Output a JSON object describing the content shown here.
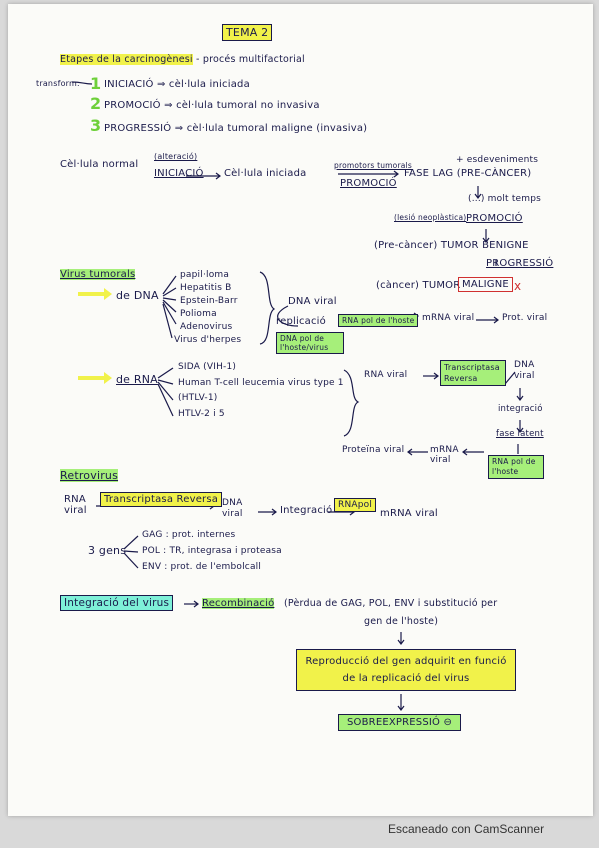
{
  "title": "TEMA 2",
  "etapes": {
    "heading": "Etapes de la carcinogènesi",
    "subtitle": "- procés multifactorial",
    "transform_label": "transform.",
    "steps": [
      {
        "num": "1",
        "text": "INICIACIÓ ⇒ cèl·lula iniciada"
      },
      {
        "num": "2",
        "text": "PROMOCIÓ ⇒ cèl·lula tumoral no invasiva"
      },
      {
        "num": "3",
        "text": "PROGRESSIÓ ⇒ cèl·lula tumoral maligne (invasiva)"
      }
    ]
  },
  "flow": {
    "cell_normal": "Cèl·lula normal",
    "alteracio": "(alteració)",
    "iniciacio": "INICIACIÓ",
    "cell_iniciada": "Cèl·lula iniciada",
    "promotors": "promotors tumorals",
    "promocio_1": "PROMOCIÓ",
    "fase_lag": "FASE LAG (PRE-CÀNCER)",
    "esdeveniments": "+ esdeveniments",
    "molt_temps": "(...) molt temps",
    "lesio": "(lesió neoplàstica)",
    "promocio_2": "PROMOCIÓ",
    "precancer": "(Pre-càncer) TUMOR BENIGNE",
    "progressio": "PROGRESSIÓ",
    "cancer": "(càncer) TUMOR",
    "maligne": "MALIGNE",
    "x_mark": "x"
  },
  "virus": {
    "heading": "Virus tumorals",
    "de_dna": "de DNA",
    "dna_list": [
      "papil·loma",
      "Hepatitis B",
      "Epstein-Barr",
      "Polioma",
      "Adenovirus",
      "Virus d'herpes"
    ],
    "dna_viral": "DNA viral",
    "replicacio": "replicació",
    "dna_pol": "DNA pol de l'hoste/virus",
    "rna_pol_hoste": "RNA pol de l'hoste",
    "mrna_viral": "mRNA viral",
    "prot_viral": "Prot. viral",
    "de_rna": "de RNA",
    "rna_list": [
      "SIDA (VIH-1)",
      "Human T-cell leucemia virus type 1",
      "(HTLV-1)",
      "HTLV-2 i 5"
    ],
    "rna_viral": "RNA viral",
    "transcriptasa_reversa": "Transcriptasa Reversa",
    "dna_viral_2": "DNA viral",
    "integracio": "integració",
    "fase_latent": "fase latent",
    "rna_pol_hoste_2": "RNA pol de l'hoste",
    "mrna_viral_2": "mRNA viral",
    "proteina_viral": "Proteïna viral"
  },
  "retro": {
    "heading": "Retrovirus",
    "rna_viral": "RNA viral",
    "transcriptasa": "Transcriptasa Reversa",
    "dna_viral": "DNA viral",
    "integracio": "Integració",
    "rnapol": "RNApol",
    "mrna_viral": "mRNA viral",
    "gens_label": "3 gens",
    "gens": [
      "GAG : prot. internes",
      "POL : TR, integrasa i proteasa",
      "ENV : prot. de l'embolcall"
    ]
  },
  "bottom": {
    "integracio_virus": "Integració del virus",
    "recombinacio": "Recombinació",
    "perdua": "(Pèrdua de GAG, POL, ENV i substitució per",
    "perdua_2": "gen de l'hoste)",
    "reproduccio_1": "Reproducció del gen adquirit en funció",
    "reproduccio_2": "de la replicació del virus",
    "sobreexpressio": "SOBREEXPRESSIÓ ⊖"
  },
  "footer": "Escaneado con CamScanner"
}
